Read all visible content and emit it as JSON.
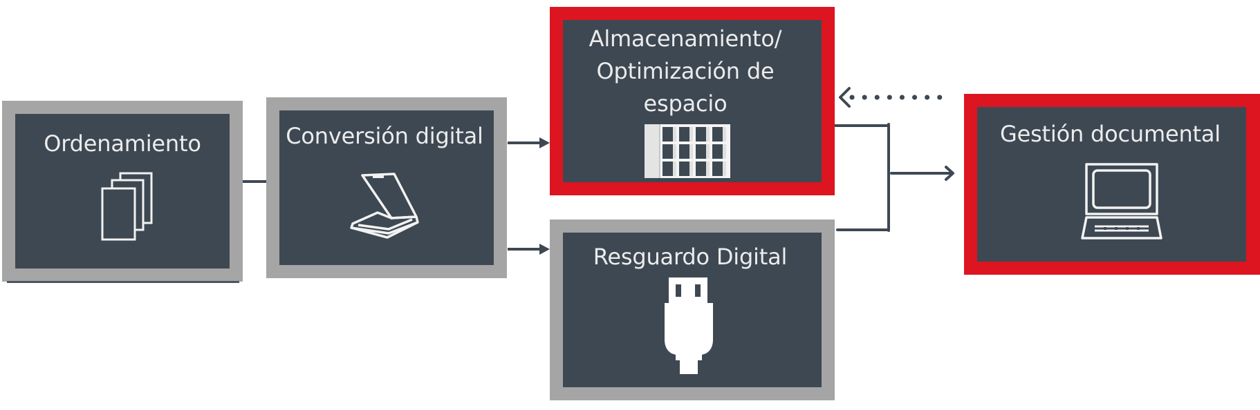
{
  "diagram": {
    "type": "process-flow",
    "colors": {
      "node_fill": "#3e4853",
      "frame_default": "#a5a5a5",
      "frame_highlight": "#dc1520",
      "text": "#ececec",
      "connector": "#3e4853"
    },
    "nodes": [
      {
        "id": "ordenamiento",
        "label": "Ordenamiento",
        "icon": "documents-stack-icon",
        "highlighted": false
      },
      {
        "id": "conversion",
        "label": "Conversión digital",
        "icon": "flatbed-scanner-icon",
        "highlighted": false
      },
      {
        "id": "almacenamiento",
        "label_lines": [
          "Almacenamiento/",
          "Optimización de",
          "espacio"
        ],
        "icon": "shelving-icon",
        "highlighted": true
      },
      {
        "id": "resguardo",
        "label": "Resguardo Digital",
        "icon": "usb-plug-icon",
        "highlighted": false
      },
      {
        "id": "gestion",
        "label": "Gestión documental",
        "icon": "laptop-icon",
        "highlighted": true
      }
    ],
    "edges": [
      {
        "from": "ordenamiento",
        "to": "conversion",
        "style": "solid",
        "arrow": "none"
      },
      {
        "from": "conversion",
        "to": "almacenamiento",
        "style": "solid",
        "arrow": "filled-triangle"
      },
      {
        "from": "conversion",
        "to": "resguardo",
        "style": "solid",
        "arrow": "filled-triangle"
      },
      {
        "from": "almacenamiento+resguardo",
        "to": "gestion",
        "style": "solid-bracket",
        "arrow": "open-chevron"
      },
      {
        "from": "gestion",
        "to": "almacenamiento",
        "style": "dotted",
        "arrow": "open-chevron"
      }
    ]
  }
}
